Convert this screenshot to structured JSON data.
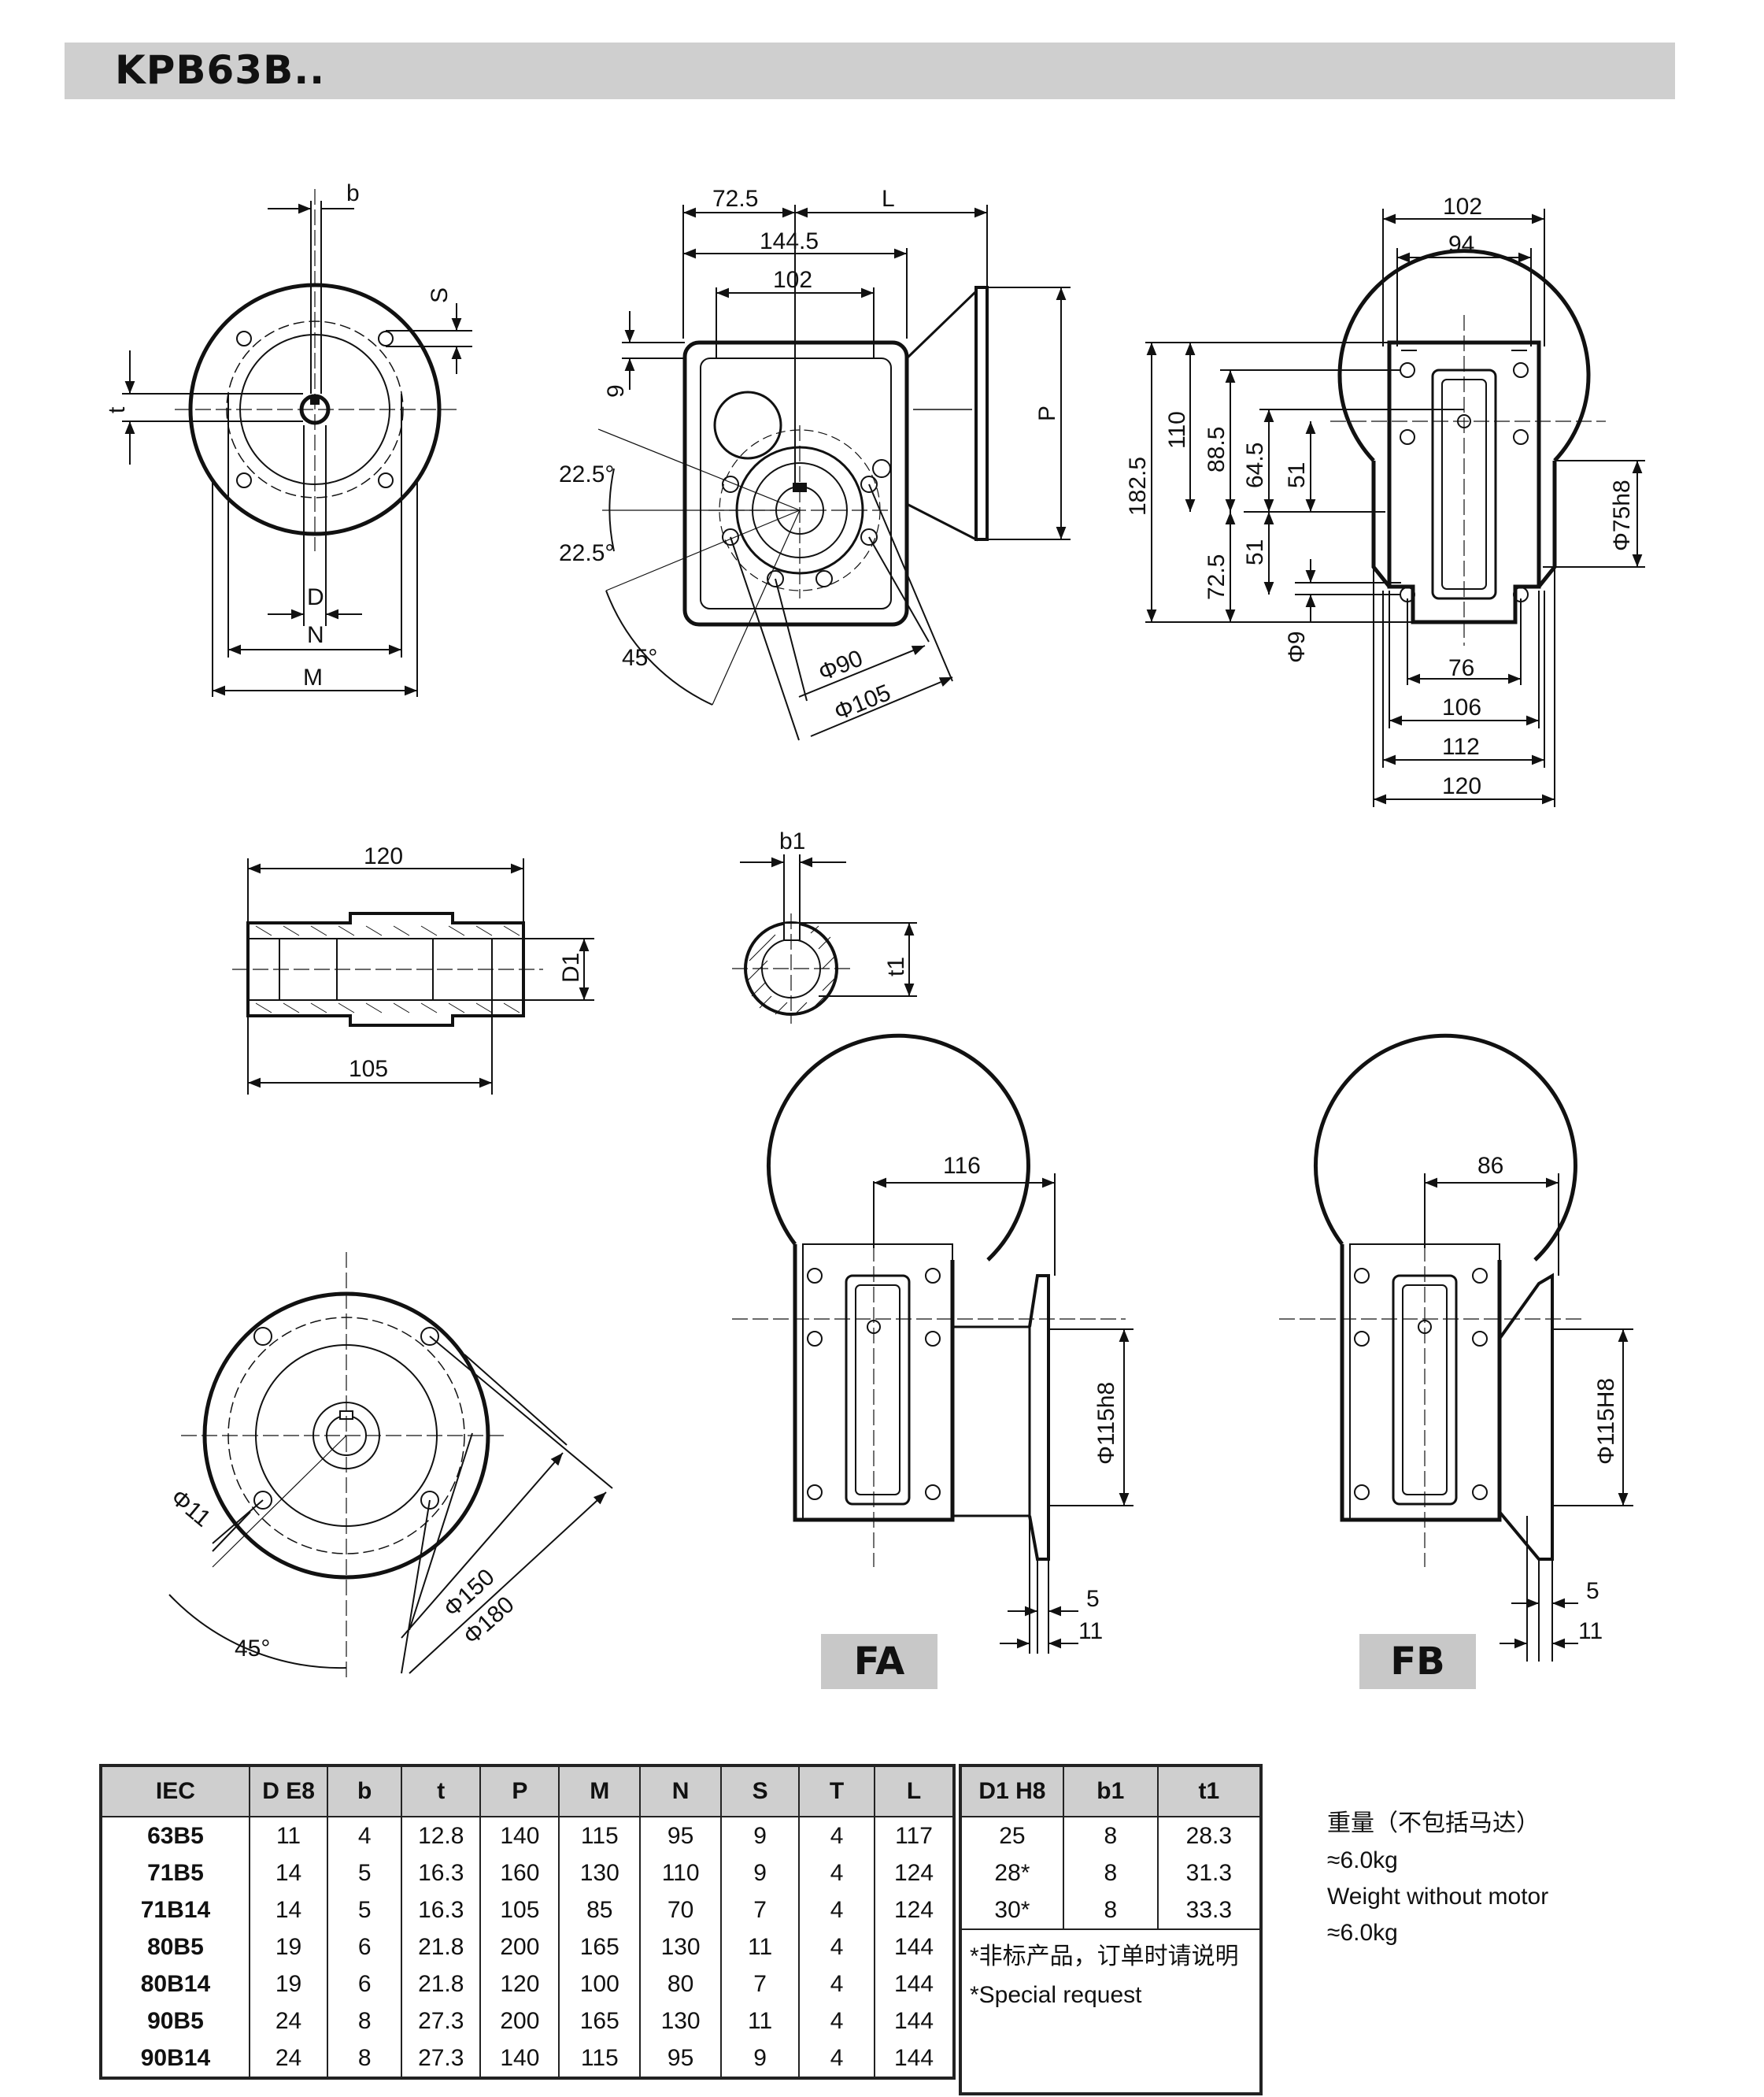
{
  "title": "KPB63B..",
  "dims": {
    "b": "b",
    "s": "S",
    "t": "t",
    "d": "D",
    "n": "N",
    "m": "M",
    "d72_5": "72.5",
    "l": "L",
    "d144_5": "144.5",
    "d102": "102",
    "d9": "9",
    "p": "P",
    "a22_5a": "22.5°",
    "a22_5b": "22.5°",
    "a45": "45°",
    "phi90": "Φ90",
    "phi105": "Φ105",
    "r102": "102",
    "r94": "94",
    "v182_5": "182.5",
    "v110": "110",
    "v88_5": "88.5",
    "v64_5": "64.5",
    "v51a": "51",
    "v72_5": "72.5",
    "v51b": "51",
    "phi9": "Φ9",
    "phi75": "Φ75h8",
    "w76": "76",
    "w106": "106",
    "w112": "112",
    "w120": "120",
    "s120": "120",
    "s105": "105",
    "d1": "D1",
    "b1": "b1",
    "t1": "t1",
    "phi11": "Φ11",
    "phi150": "Φ150",
    "phi180": "Φ180",
    "a45b": "45°",
    "fa116": "116",
    "fa115": "Φ115h8",
    "fa5": "5",
    "fa11": "11",
    "fb86": "86",
    "fb115": "Φ115H8",
    "fb5": "5",
    "fb11": "11"
  },
  "labels": {
    "fa": "FA",
    "fb": "FB"
  },
  "table": {
    "headers": [
      "IEC",
      "D E8",
      "b",
      "t",
      "P",
      "M",
      "N",
      "S",
      "T",
      "L"
    ],
    "rows": [
      [
        "63B5",
        "11",
        "4",
        "12.8",
        "140",
        "115",
        "95",
        "9",
        "4",
        "117"
      ],
      [
        "71B5",
        "14",
        "5",
        "16.3",
        "160",
        "130",
        "110",
        "9",
        "4",
        "124"
      ],
      [
        "71B14",
        "14",
        "5",
        "16.3",
        "105",
        "85",
        "70",
        "7",
        "4",
        "124"
      ],
      [
        "80B5",
        "19",
        "6",
        "21.8",
        "200",
        "165",
        "130",
        "11",
        "4",
        "144"
      ],
      [
        "80B14",
        "19",
        "6",
        "21.8",
        "120",
        "100",
        "80",
        "7",
        "4",
        "144"
      ],
      [
        "90B5",
        "24",
        "8",
        "27.3",
        "200",
        "165",
        "130",
        "11",
        "4",
        "144"
      ],
      [
        "90B14",
        "24",
        "8",
        "27.3",
        "140",
        "115",
        "95",
        "9",
        "4",
        "144"
      ]
    ]
  },
  "table2": {
    "headers": [
      "D1 H8",
      "b1",
      "t1"
    ],
    "rows": [
      [
        "25",
        "8",
        "28.3"
      ],
      [
        "28*",
        "8",
        "31.3"
      ],
      [
        "30*",
        "8",
        "33.3"
      ]
    ],
    "note_cn": "*非标产品，订单时请说明",
    "note_en": "*Special request"
  },
  "notes": {
    "weight_cn": "重量（不包括马达）",
    "weight_cn_val": "≈6.0kg",
    "weight_en": "Weight without motor",
    "weight_en_val": "≈6.0kg"
  }
}
